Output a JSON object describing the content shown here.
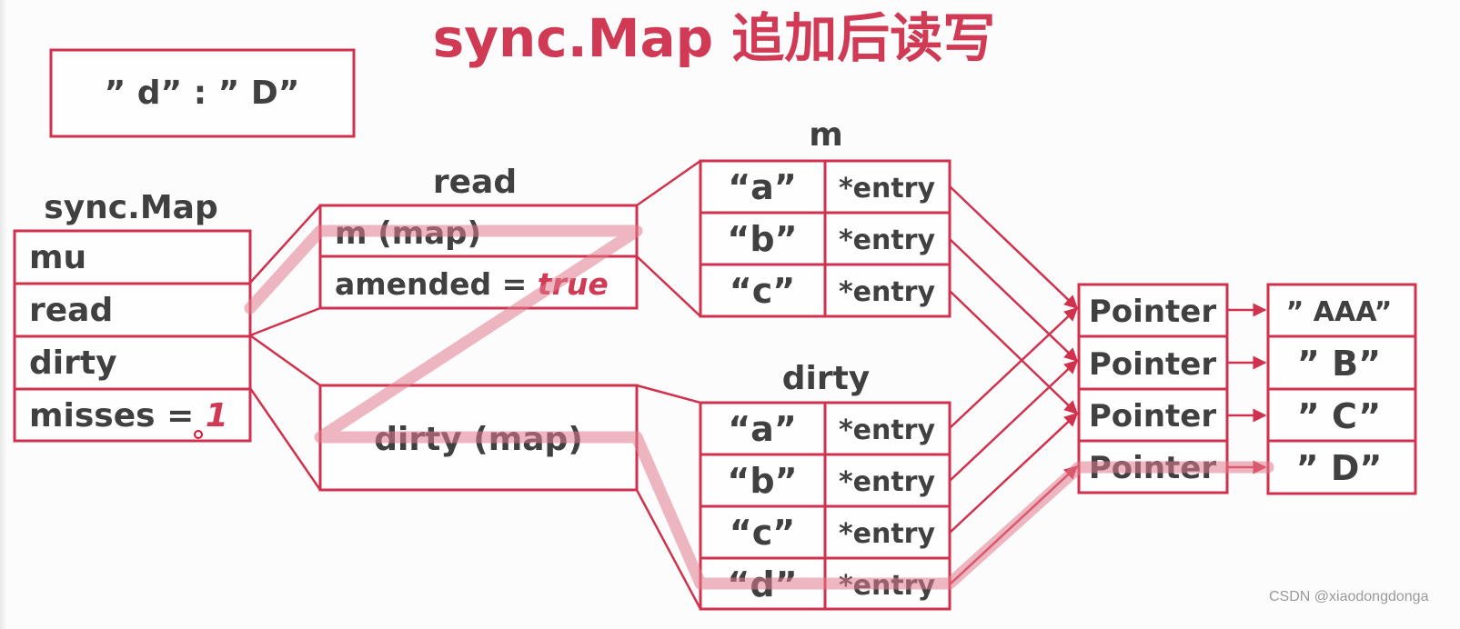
{
  "title": "sync.Map 追加后读写",
  "new_pair": "” d” : ” D”",
  "syncmap": {
    "label": "sync.Map",
    "fields": [
      "mu",
      "read",
      "dirty",
      "misses = "
    ],
    "misses_value": "1"
  },
  "read": {
    "label": "read",
    "field_m": "m  (map)",
    "field_amended": "amended  = ",
    "amended_value": "true"
  },
  "dirty_ref": {
    "field": "dirty (map)"
  },
  "m_map": {
    "label": "m",
    "keys": [
      "“a”",
      "“b”",
      "“c”"
    ],
    "values": [
      "*entry",
      "*entry",
      "*entry"
    ]
  },
  "dirty_map": {
    "label": "dirty",
    "keys": [
      "“a”",
      "“b”",
      "“c”",
      "“d”"
    ],
    "values": [
      "*entry",
      "*entry",
      "*entry",
      "*entry"
    ]
  },
  "pointers": [
    "Pointer",
    "Pointer",
    "Pointer",
    "Pointer"
  ],
  "values": [
    "” AAA”",
    "”  B”",
    "”  C”",
    "”  D”"
  ],
  "watermark": "CSDN @xiaodongdonga",
  "colors": {
    "accent": "#d0314d",
    "highlight": "#e07a8c",
    "text": "#404040"
  }
}
